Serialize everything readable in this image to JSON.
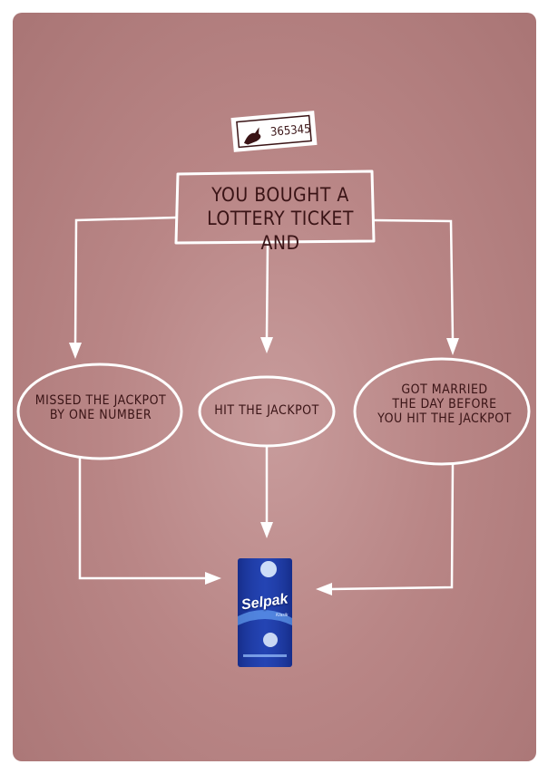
{
  "ticket": {
    "number": "365345"
  },
  "flowchart": {
    "start": {
      "line1": "YOU BOUGHT A",
      "line2": "LOTTERY TICKET AND"
    },
    "options": [
      {
        "line1": "MISSED THE JACKPOT",
        "line2": "BY ONE NUMBER"
      },
      {
        "line1": "HIT THE JACKPOT"
      },
      {
        "line1": "GOT MARRIED",
        "line2": "THE DAY BEFORE",
        "line3": "YOU HIT THE JACKPOT"
      }
    ]
  },
  "product": {
    "brand": "Selpak",
    "subtitle": "Klasik"
  },
  "colors": {
    "background": "#b98686",
    "ink": "#3a1416",
    "lines": "#ffffff",
    "pack": "#1e3aa8"
  }
}
